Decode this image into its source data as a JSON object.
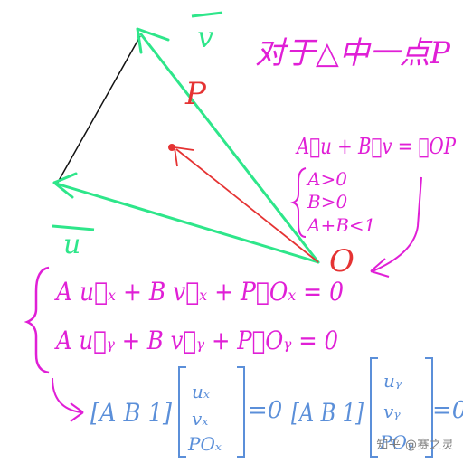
{
  "note": {
    "title": "对于△中一点P",
    "point_label": "P",
    "origin_label": "O",
    "vector_u": "u",
    "vector_v": "v",
    "vector_eq": "A⃗u + B⃗v = ⃗OP",
    "conditions": [
      "A>0",
      "B>0",
      "A+B<1"
    ],
    "eq_x": "A u⃗ₓ + B v⃗ₓ + P⃗Oₓ = 0",
    "eq_y": "A u⃗ᵧ + B v⃗ᵧ + P⃗Oᵧ = 0",
    "matrix_row": "[A B 1]",
    "col1": [
      "uₓ",
      "vₓ",
      "POₓ"
    ],
    "col2": [
      "uᵧ",
      "vᵧ",
      "POᵧ"
    ],
    "zero": "=0"
  },
  "watermark": "知乎 @赛之灵",
  "colors": {
    "green": "#2ee68a",
    "red": "#e53333",
    "magenta": "#e01fd6",
    "blue": "#5b8fd9",
    "black": "#111111"
  }
}
